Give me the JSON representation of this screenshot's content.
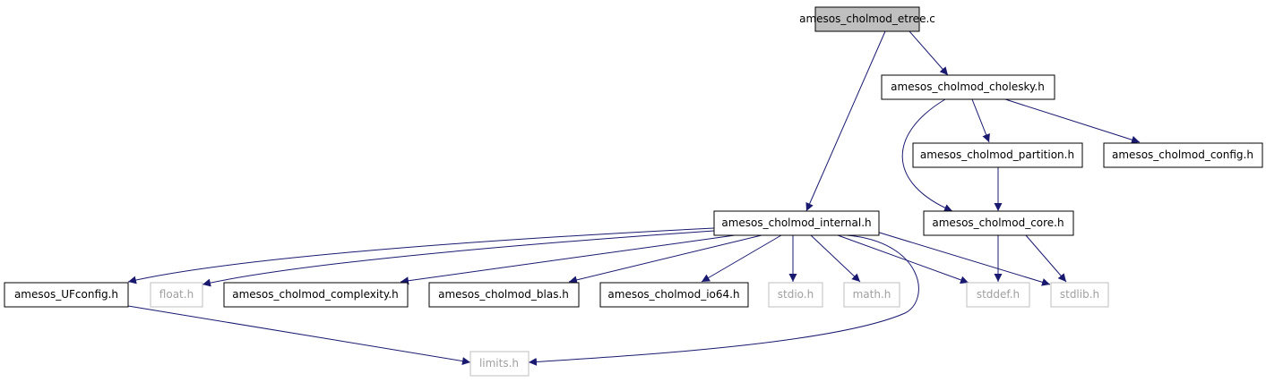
{
  "diagram": {
    "type": "include-dependency-graph",
    "colors": {
      "edge": "#191970",
      "node_border": "#000000",
      "node_border_external": "#bfbfbf",
      "root_fill": "#bfbfbf",
      "node_fill": "#ffffff",
      "text": "#000000",
      "text_external": "#a0a0a0"
    },
    "nodes": [
      {
        "id": "etree_c",
        "label": "amesos_cholmod_etree.c",
        "kind": "root"
      },
      {
        "id": "cholesky_h",
        "label": "amesos_cholmod_cholesky.h",
        "kind": "local"
      },
      {
        "id": "partition_h",
        "label": "amesos_cholmod_partition.h",
        "kind": "local"
      },
      {
        "id": "config_h",
        "label": "amesos_cholmod_config.h",
        "kind": "local"
      },
      {
        "id": "internal_h",
        "label": "amesos_cholmod_internal.h",
        "kind": "local"
      },
      {
        "id": "core_h",
        "label": "amesos_cholmod_core.h",
        "kind": "local"
      },
      {
        "id": "ufconfig_h",
        "label": "amesos_UFconfig.h",
        "kind": "local"
      },
      {
        "id": "float_h",
        "label": "float.h",
        "kind": "system"
      },
      {
        "id": "complexity_h",
        "label": "amesos_cholmod_complexity.h",
        "kind": "local"
      },
      {
        "id": "blas_h",
        "label": "amesos_cholmod_blas.h",
        "kind": "local"
      },
      {
        "id": "io64_h",
        "label": "amesos_cholmod_io64.h",
        "kind": "local"
      },
      {
        "id": "stdio_h",
        "label": "stdio.h",
        "kind": "system"
      },
      {
        "id": "math_h",
        "label": "math.h",
        "kind": "system"
      },
      {
        "id": "stddef_h",
        "label": "stddef.h",
        "kind": "system"
      },
      {
        "id": "stdlib_h",
        "label": "stdlib.h",
        "kind": "system"
      },
      {
        "id": "limits_h",
        "label": "limits.h",
        "kind": "system"
      }
    ],
    "edges": [
      {
        "from": "etree_c",
        "to": "internal_h"
      },
      {
        "from": "etree_c",
        "to": "cholesky_h"
      },
      {
        "from": "cholesky_h",
        "to": "core_h"
      },
      {
        "from": "cholesky_h",
        "to": "partition_h"
      },
      {
        "from": "cholesky_h",
        "to": "config_h"
      },
      {
        "from": "partition_h",
        "to": "core_h"
      },
      {
        "from": "core_h",
        "to": "stddef_h"
      },
      {
        "from": "core_h",
        "to": "stdlib_h"
      },
      {
        "from": "internal_h",
        "to": "ufconfig_h"
      },
      {
        "from": "internal_h",
        "to": "float_h"
      },
      {
        "from": "internal_h",
        "to": "complexity_h"
      },
      {
        "from": "internal_h",
        "to": "blas_h"
      },
      {
        "from": "internal_h",
        "to": "io64_h"
      },
      {
        "from": "internal_h",
        "to": "stdio_h"
      },
      {
        "from": "internal_h",
        "to": "math_h"
      },
      {
        "from": "internal_h",
        "to": "limits_h"
      },
      {
        "from": "internal_h",
        "to": "stddef_h"
      },
      {
        "from": "internal_h",
        "to": "stdlib_h"
      },
      {
        "from": "ufconfig_h",
        "to": "limits_h"
      }
    ]
  }
}
